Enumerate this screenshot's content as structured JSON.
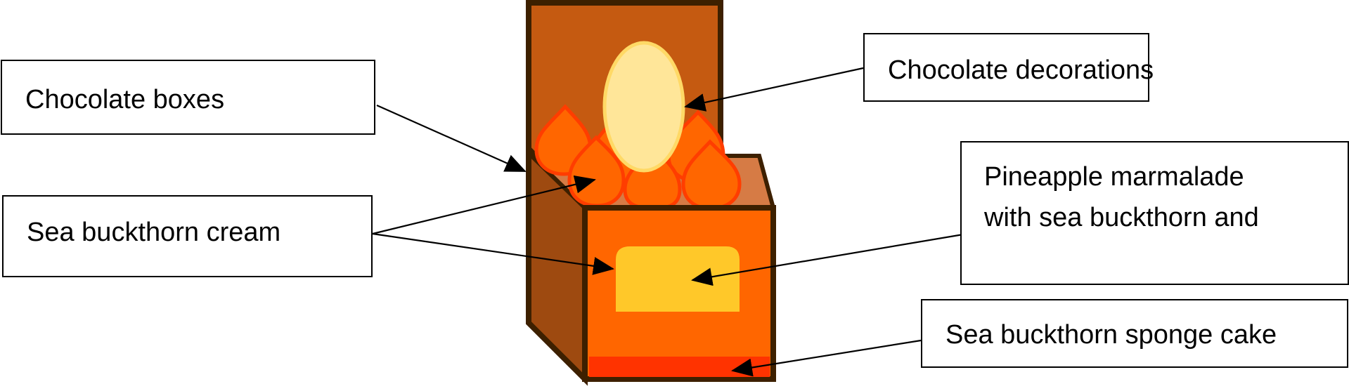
{
  "diagram": {
    "colors": {
      "outline": "#3d2000",
      "back_panel": "#c55a11",
      "left_side": "#9e4a10",
      "top_inner": "#d67b45",
      "front_face": "#ff6600",
      "front_label": "#ffc829",
      "bottom_strip": "#ff3300",
      "drop_fill": "#ff6600",
      "drop_stroke": "#ff3d00",
      "egg_fill": "#ffe699",
      "egg_stroke": "#ffd966"
    },
    "labels": {
      "chocolate_boxes": "Chocolate boxes",
      "sea_buckthorn_cream": "Sea buckthorn cream",
      "chocolate_decorations": "Chocolate decorations",
      "pineapple_line1": "Pineapple marmalade",
      "pineapple_line2": "with sea buckthorn and",
      "sponge_cake": "Sea buckthorn sponge cake"
    }
  }
}
